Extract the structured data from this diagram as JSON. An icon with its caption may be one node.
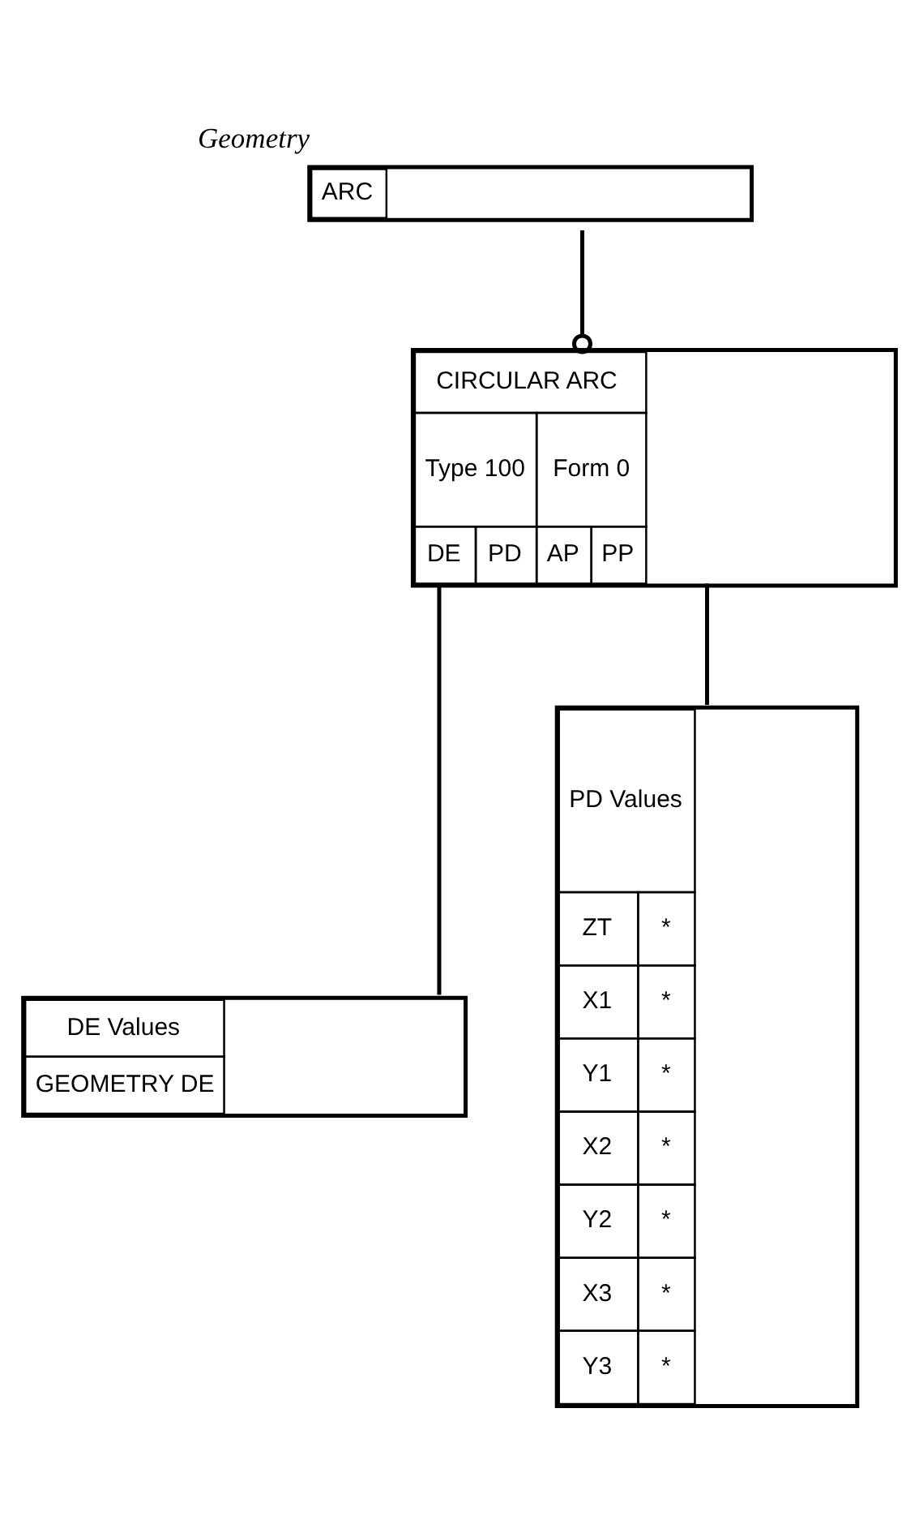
{
  "diagram": {
    "nodes": [
      {
        "text": [
          "ARC"
        ],
        "beside": [
          "Geometry"
        ]
      },
      {
        "text": [
          "CIRCULAR ARC",
          "Type 100",
          "Form 0",
          "DE",
          "PD",
          "AP",
          "PP"
        ]
      },
      {
        "text": [
          "DE Values",
          "GEOMETRY DE"
        ]
      },
      {
        "text": [
          "PD Values",
          "ZT",
          "*",
          "X1",
          "*",
          "Y1",
          "*",
          "X2",
          "*",
          "Y2",
          "*",
          "X3",
          "*",
          "Y3",
          "*"
        ]
      }
    ],
    "edges": [
      {
        "from": 0,
        "to": 1,
        "arrow": "other"
      },
      {
        "from": 1,
        "to": 2,
        "arrow": "none"
      },
      {
        "from": 1,
        "to": 3,
        "arrow": "none"
      }
    ]
  }
}
